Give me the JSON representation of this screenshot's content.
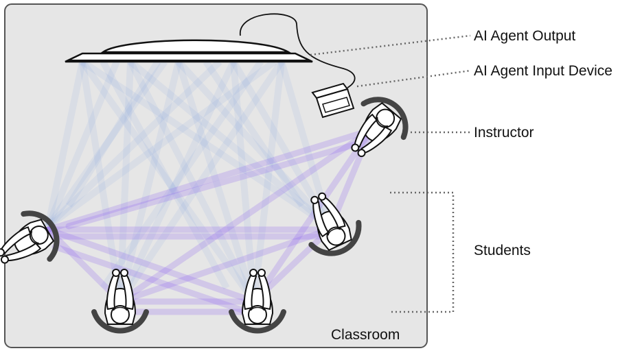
{
  "labels": {
    "output": "AI Agent Output",
    "input_device": "AI Agent Input Device",
    "instructor": "Instructor",
    "students": "Students",
    "room": "Classroom"
  },
  "colors": {
    "room_fill": "#e6e6e6",
    "room_stroke": "#555555",
    "screen_light": "#6b8fe6",
    "student_link": "#8a5cf0",
    "outline": "#111111",
    "leader": "#666666"
  }
}
